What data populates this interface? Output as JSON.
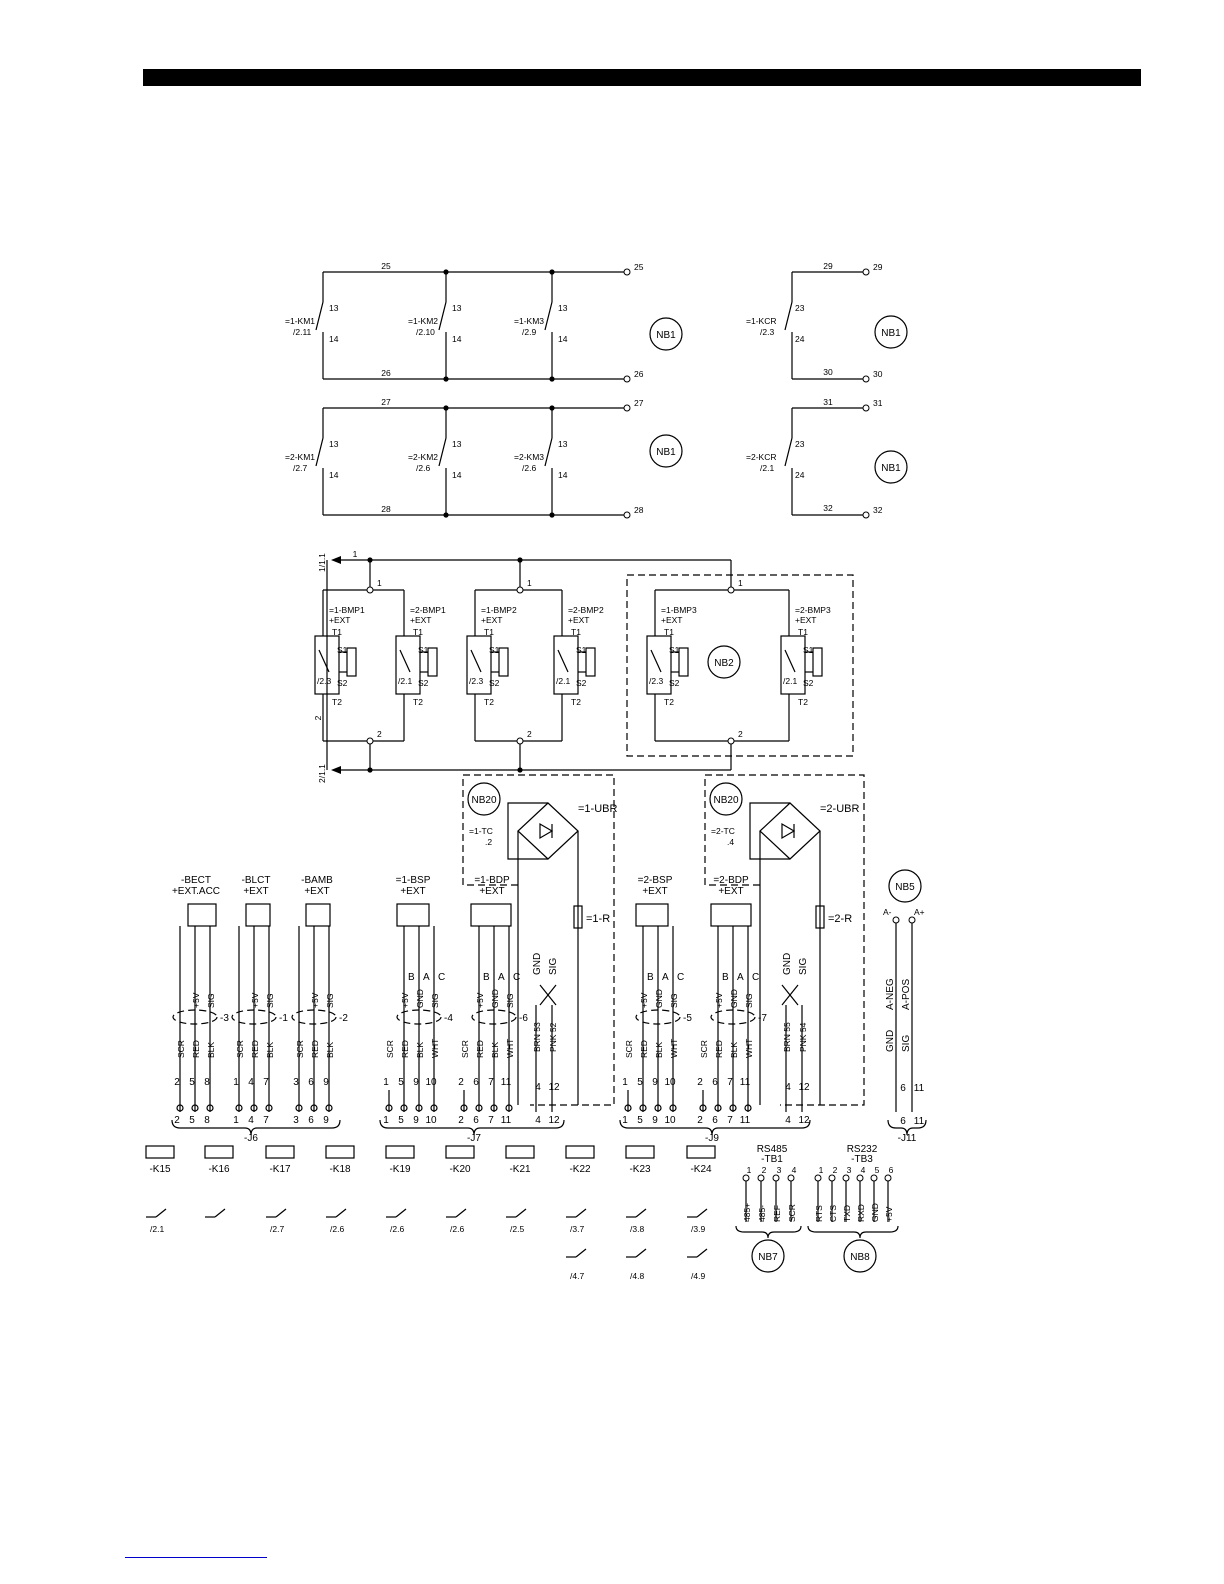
{
  "relays_top": [
    {
      "tag": "=1-KM1",
      "ref": "/2.11",
      "no": "13",
      "nc": "14"
    },
    {
      "tag": "=1-KM2",
      "ref": "/2.10",
      "no": "13",
      "nc": "14"
    },
    {
      "tag": "=1-KM3",
      "ref": "/2.9",
      "no": "13",
      "nc": "14"
    },
    {
      "tag": "=1-KCR",
      "ref": "/2.3",
      "no": "23",
      "nc": "24"
    }
  ],
  "relays_mid": [
    {
      "tag": "=2-KM1",
      "ref": "/2.7",
      "no": "13",
      "nc": "14"
    },
    {
      "tag": "=2-KM2",
      "ref": "/2.6",
      "no": "13",
      "nc": "14"
    },
    {
      "tag": "=2-KM3",
      "ref": "/2.6",
      "no": "13",
      "nc": "14"
    },
    {
      "tag": "=2-KCR",
      "ref": "/2.1",
      "no": "23",
      "nc": "24"
    }
  ],
  "wire_numbers": {
    "w25": "25",
    "w26": "26",
    "w27": "27",
    "w28": "28",
    "w29": "29",
    "w30": "30",
    "w31": "31",
    "w32": "32",
    "w1": "1",
    "w2": "2"
  },
  "nodes": {
    "nb1": "NB1",
    "nb2": "NB2",
    "nb5": "NB5",
    "nb7": "NB7",
    "nb8": "NB8",
    "nb20": "NB20"
  },
  "bus": {
    "top": "1/1.1",
    "bottom": "2/1.1"
  },
  "pressure_switches": [
    {
      "tag": "=1-BMP1",
      "loc": "+EXT",
      "ref": "/2.3"
    },
    {
      "tag": "=2-BMP1",
      "loc": "+EXT",
      "ref": "/2.1"
    },
    {
      "tag": "=1-BMP2",
      "loc": "+EXT",
      "ref": "/2.3"
    },
    {
      "tag": "=2-BMP2",
      "loc": "+EXT",
      "ref": "/2.1"
    },
    {
      "tag": "=1-BMP3",
      "loc": "+EXT",
      "ref": "/2.3"
    },
    {
      "tag": "=2-BMP3",
      "loc": "+EXT",
      "ref": "/2.1"
    }
  ],
  "ps_pins": {
    "t1": "T1",
    "t2": "T2",
    "s1": "S1",
    "s2": "S2"
  },
  "bridges": [
    {
      "tag": "=1-UBR",
      "tc": "=1-TC",
      "tcn": ".2",
      "r": "=1-R"
    },
    {
      "tag": "=2-UBR",
      "tc": "=2-TC",
      "tcn": ".4",
      "r": "=2-R"
    }
  ],
  "sensors": [
    {
      "tag": "-BECT",
      "loc": "+EXT.ACC",
      "pins": [
        "+5V",
        "SIG"
      ],
      "wires": [
        "SCR",
        "RED",
        "BLK"
      ],
      "cable": "-3",
      "nums": [
        "2",
        "5",
        "8"
      ]
    },
    {
      "tag": "-BLCT",
      "loc": "+EXT",
      "pins": [
        "+5V",
        "SIG"
      ],
      "wires": [
        "SCR",
        "RED",
        "BLK"
      ],
      "cable": "-1",
      "nums": [
        "1",
        "4",
        "7"
      ]
    },
    {
      "tag": "-BAMB",
      "loc": "+EXT",
      "pins": [
        "+5V",
        "SIG"
      ],
      "wires": [
        "SCR",
        "RED",
        "BLK"
      ],
      "cable": "-2",
      "nums": [
        "3",
        "6",
        "9"
      ]
    },
    {
      "tag": "=1-BSP",
      "loc": "+EXT",
      "pins": [
        "+5V",
        "GND",
        "SIG"
      ],
      "letters": [
        "B",
        "A",
        "C"
      ],
      "wires": [
        "SCR",
        "RED",
        "BLK",
        "WHT"
      ],
      "cable": "-4",
      "nums": [
        "1",
        "5",
        "9",
        "10"
      ]
    },
    {
      "tag": "=1-BDP",
      "loc": "+EXT",
      "pins": [
        "+5V",
        "GND",
        "SIG"
      ],
      "letters": [
        "B",
        "A",
        "C"
      ],
      "wires": [
        "SCR",
        "RED",
        "BLK",
        "WHT"
      ],
      "cable": "-6",
      "nums": [
        "2",
        "6",
        "7",
        "11"
      ]
    },
    {
      "tag": "=2-BSP",
      "loc": "+EXT",
      "pins": [
        "+5V",
        "GND",
        "SIG"
      ],
      "letters": [
        "B",
        "A",
        "C"
      ],
      "wires": [
        "SCR",
        "RED",
        "BLK",
        "WHT"
      ],
      "cable": "-5",
      "nums": [
        "1",
        "5",
        "9",
        "10"
      ]
    },
    {
      "tag": "=2-BDP",
      "loc": "+EXT",
      "pins": [
        "+5V",
        "GND",
        "SIG"
      ],
      "letters": [
        "B",
        "A",
        "C"
      ],
      "wires": [
        "SCR",
        "RED",
        "BLK",
        "WHT"
      ],
      "cable": "-7",
      "nums": [
        "2",
        "6",
        "7",
        "11"
      ]
    }
  ],
  "twisted_pairs": [
    {
      "pins": [
        "GND",
        "SIG"
      ],
      "wires": [
        "BRN 53",
        "PNK 52"
      ],
      "nums": [
        "4",
        "12"
      ]
    },
    {
      "pins": [
        "GND",
        "SIG"
      ],
      "wires": [
        "BRN 55",
        "PNK 54"
      ],
      "nums": [
        "4",
        "12"
      ]
    }
  ],
  "nb5_pair": {
    "a_neg": "A-",
    "a_pos": "A+",
    "pins": [
      "GND",
      "SIG"
    ],
    "wires": [
      "A-NEG",
      "A-POS"
    ],
    "nums": [
      "6",
      "11"
    ]
  },
  "connectors": {
    "j6": "-J6",
    "j7": "-J7",
    "j9": "-J9",
    "j11": "-J11"
  },
  "kmodules": [
    {
      "tag": "-K15",
      "refs": [
        "/2.1"
      ]
    },
    {
      "tag": "-K16",
      "refs": []
    },
    {
      "tag": "-K17",
      "refs": [
        "/2.7"
      ]
    },
    {
      "tag": "-K18",
      "refs": [
        "/2.6"
      ]
    },
    {
      "tag": "-K19",
      "refs": [
        "/2.6"
      ]
    },
    {
      "tag": "-K20",
      "refs": [
        "/2.6"
      ]
    },
    {
      "tag": "-K21",
      "refs": [
        "/2.5"
      ]
    },
    {
      "tag": "-K22",
      "refs": [
        "/3.7",
        "/4.7"
      ]
    },
    {
      "tag": "-K23",
      "refs": [
        "/3.8",
        "/4.8"
      ]
    },
    {
      "tag": "-K24",
      "refs": [
        "/3.9",
        "/4.9"
      ]
    }
  ],
  "tb1": {
    "title": "RS485",
    "tag": "-TB1",
    "pins": [
      "1",
      "2",
      "3",
      "4"
    ],
    "signals": [
      "485+",
      "485-",
      "REF",
      "SCR"
    ]
  },
  "tb3": {
    "title": "RS232",
    "tag": "-TB3",
    "pins": [
      "1",
      "2",
      "3",
      "4",
      "5",
      "6"
    ],
    "signals": [
      "RTS",
      "CTS",
      "TXD",
      "RXD",
      "GND",
      "+5V"
    ]
  }
}
